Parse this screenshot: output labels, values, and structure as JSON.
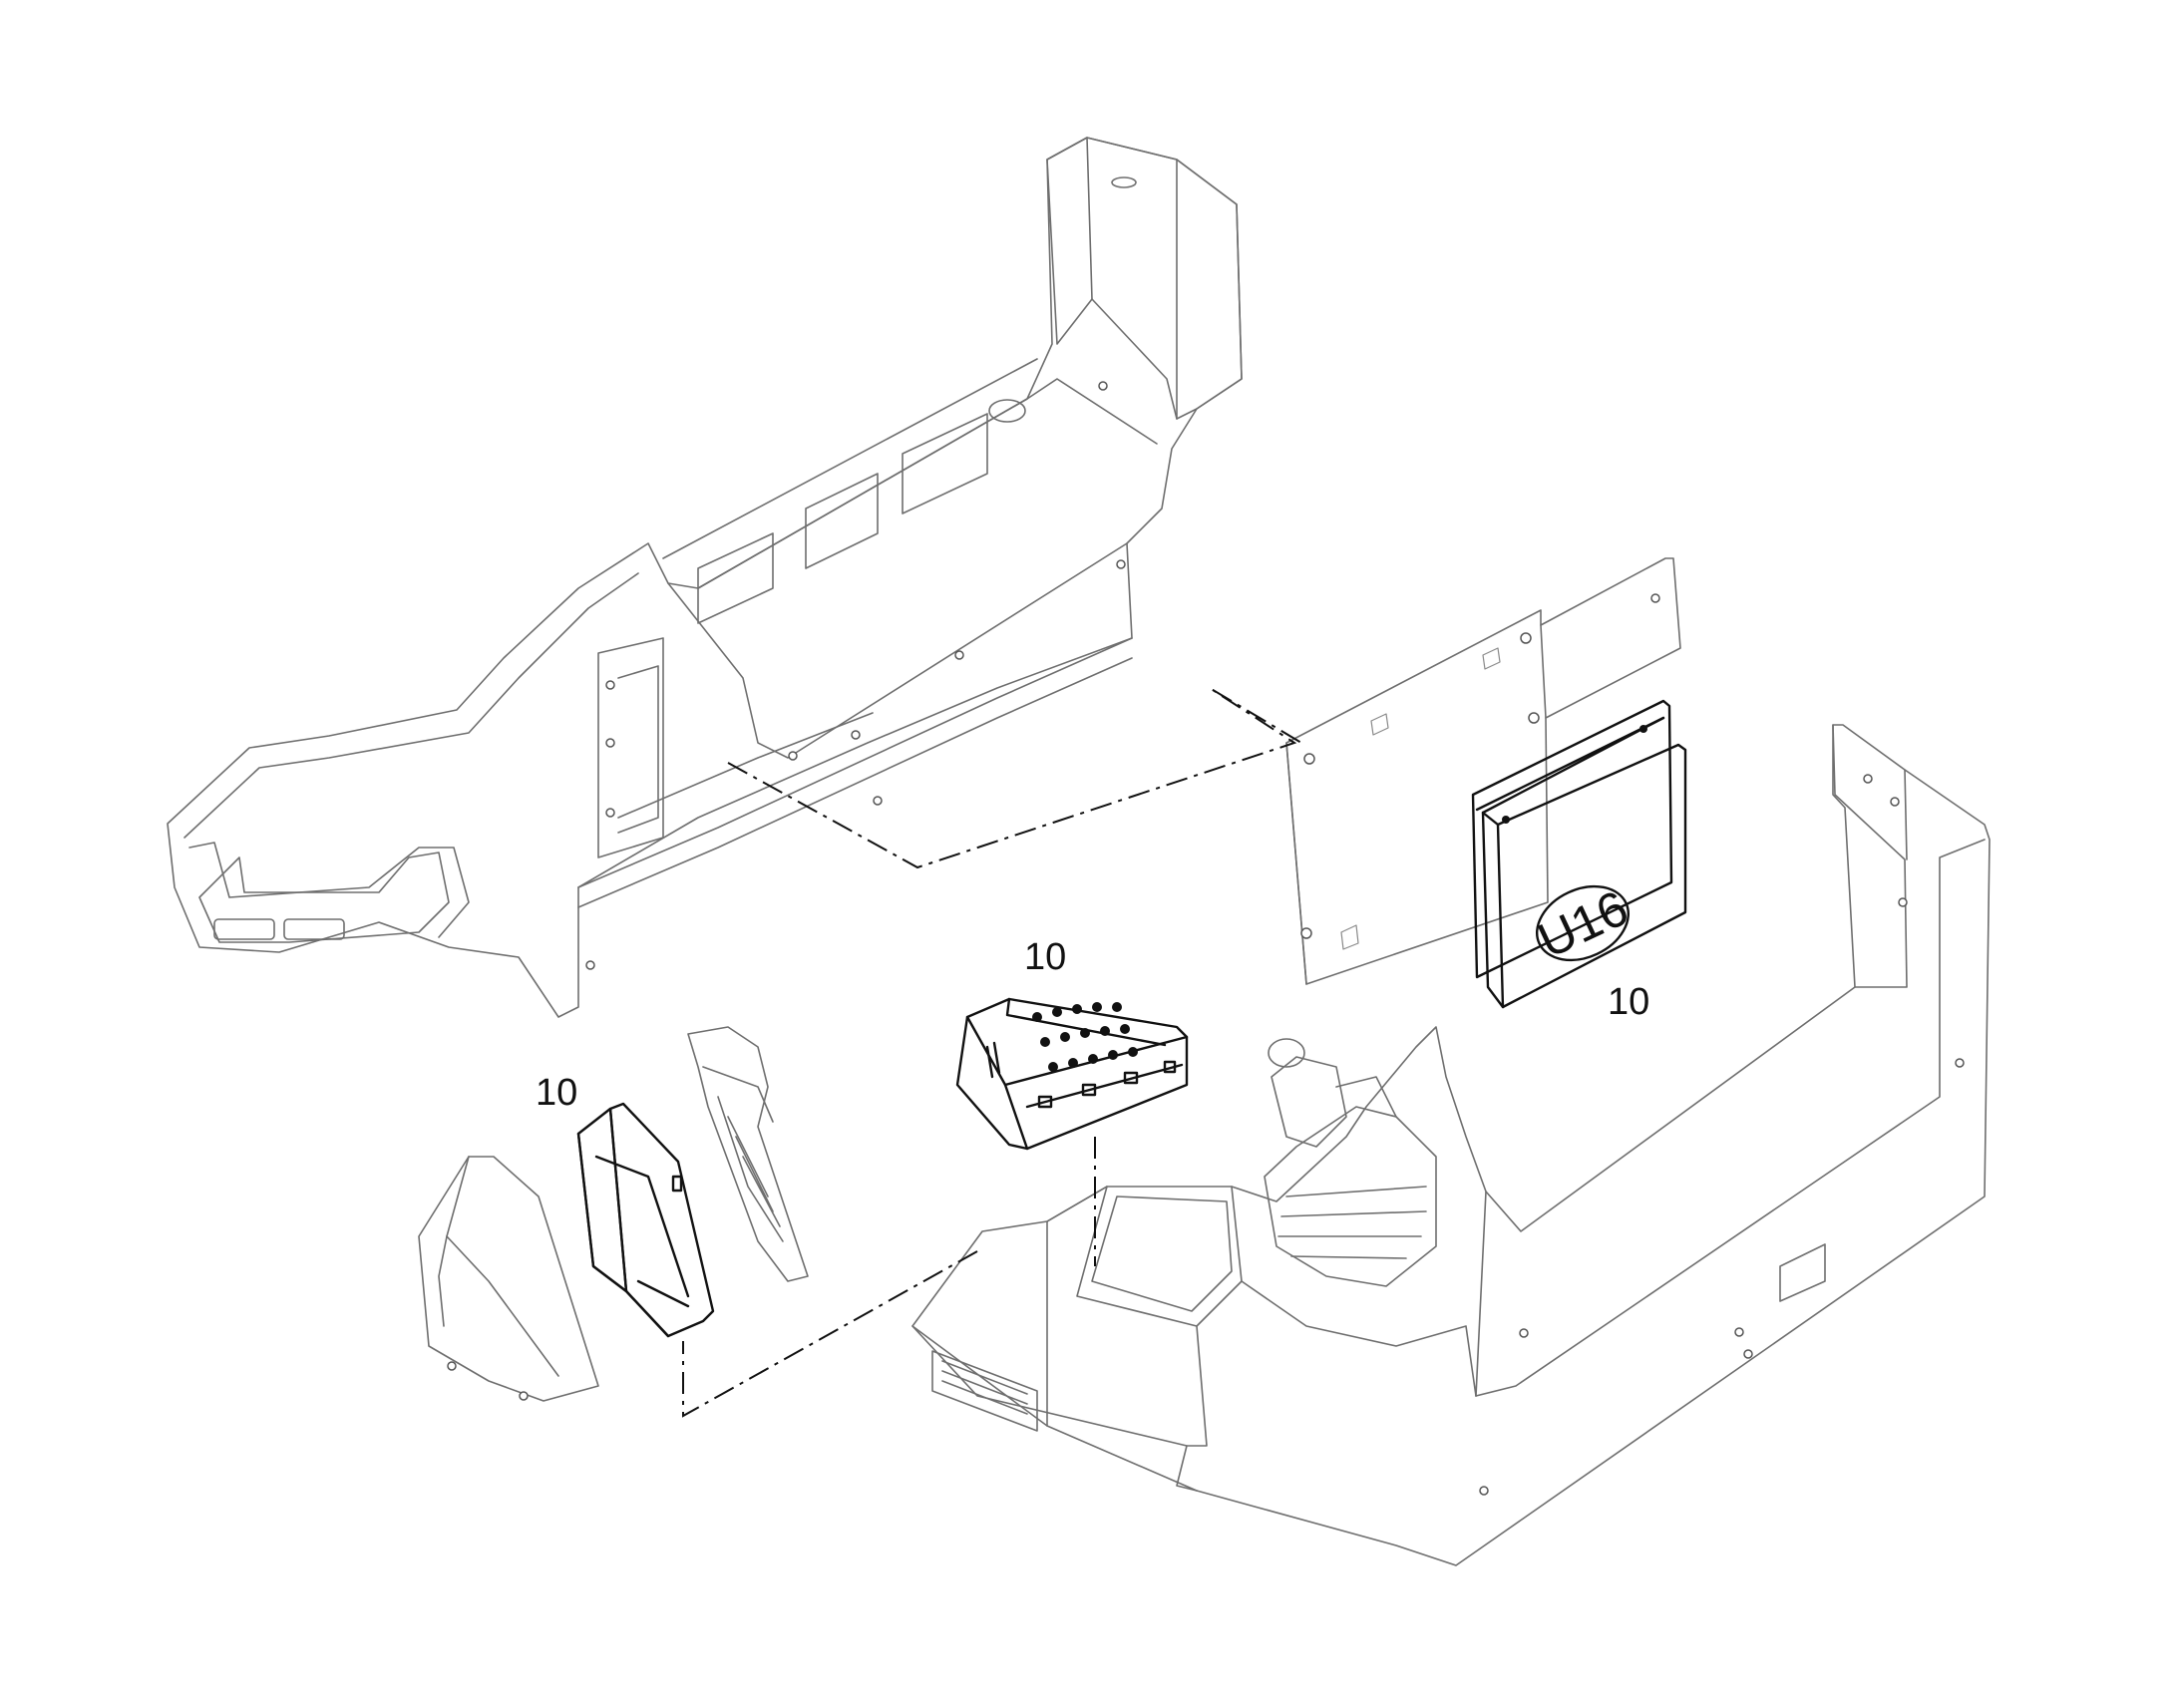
{
  "callouts": {
    "top_right_module": "10",
    "center_module": "10",
    "left_module": "10"
  },
  "badge": {
    "text": "U16"
  }
}
